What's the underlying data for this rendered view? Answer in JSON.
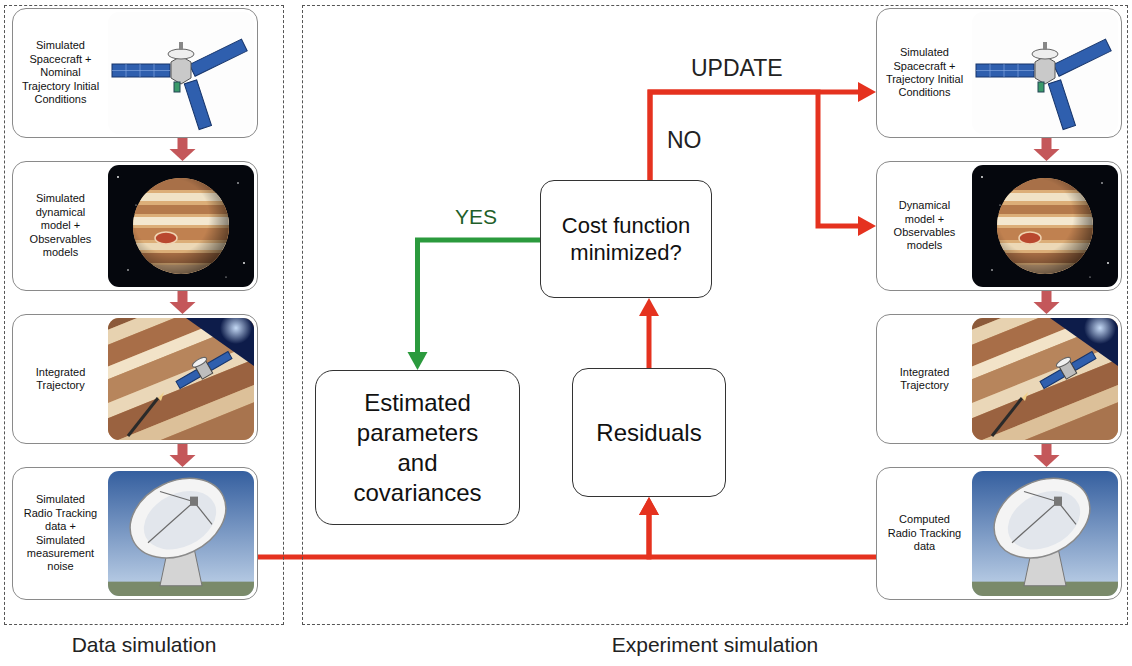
{
  "diagram": {
    "nodes": [
      {
        "text": [
          "Data simulation"
        ]
      },
      {
        "text": [
          "Simulated Spacecraft + Nominal Trajectory Initial Conditions"
        ],
        "in": 0
      },
      {
        "text": [
          "Simulated dynamical model + Observables models"
        ],
        "in": 0
      },
      {
        "text": [
          "Integrated Trajectory"
        ],
        "in": 0
      },
      {
        "text": [
          "Simulated Radio Tracking data + Simulated measurement noise"
        ],
        "in": 0
      },
      {
        "text": [
          "Experiment simulation"
        ]
      },
      {
        "text": [
          "Cost function minimized?"
        ],
        "in": 5
      },
      {
        "text": [
          "Estimated parameters and covariances"
        ],
        "in": 5
      },
      {
        "text": [
          "Residuals"
        ],
        "in": 5
      },
      {
        "text": [
          "Simulated Spacecraft + Trajectory Initial Conditions"
        ],
        "in": 5
      },
      {
        "text": [
          "Dynamical model + Observables models"
        ],
        "in": 5
      },
      {
        "text": [
          "Integrated Trajectory"
        ],
        "in": 5
      },
      {
        "text": [
          "Computed Radio Tracking data"
        ],
        "in": 5
      }
    ],
    "edges": [
      {
        "from": 1,
        "to": 2,
        "arrow": "to"
      },
      {
        "from": 2,
        "to": 3,
        "arrow": "to"
      },
      {
        "from": 3,
        "to": 4,
        "arrow": "to"
      },
      {
        "from": 9,
        "to": 10,
        "arrow": "to"
      },
      {
        "from": 10,
        "to": 11,
        "arrow": "to"
      },
      {
        "from": 11,
        "to": 12,
        "arrow": "to"
      },
      {
        "from": 4,
        "to": 8,
        "arrow": "to"
      },
      {
        "from": 12,
        "to": 8,
        "arrow": "to"
      },
      {
        "from": 8,
        "to": 6,
        "arrow": "to"
      },
      {
        "from": 6,
        "to": 7,
        "label": "YES",
        "arrow": "to"
      },
      {
        "from": 6,
        "to": 9,
        "label": "UPDATE",
        "arrow": "to"
      },
      {
        "from": 6,
        "to": 10,
        "label": "NO",
        "arrow": "to"
      }
    ]
  }
}
